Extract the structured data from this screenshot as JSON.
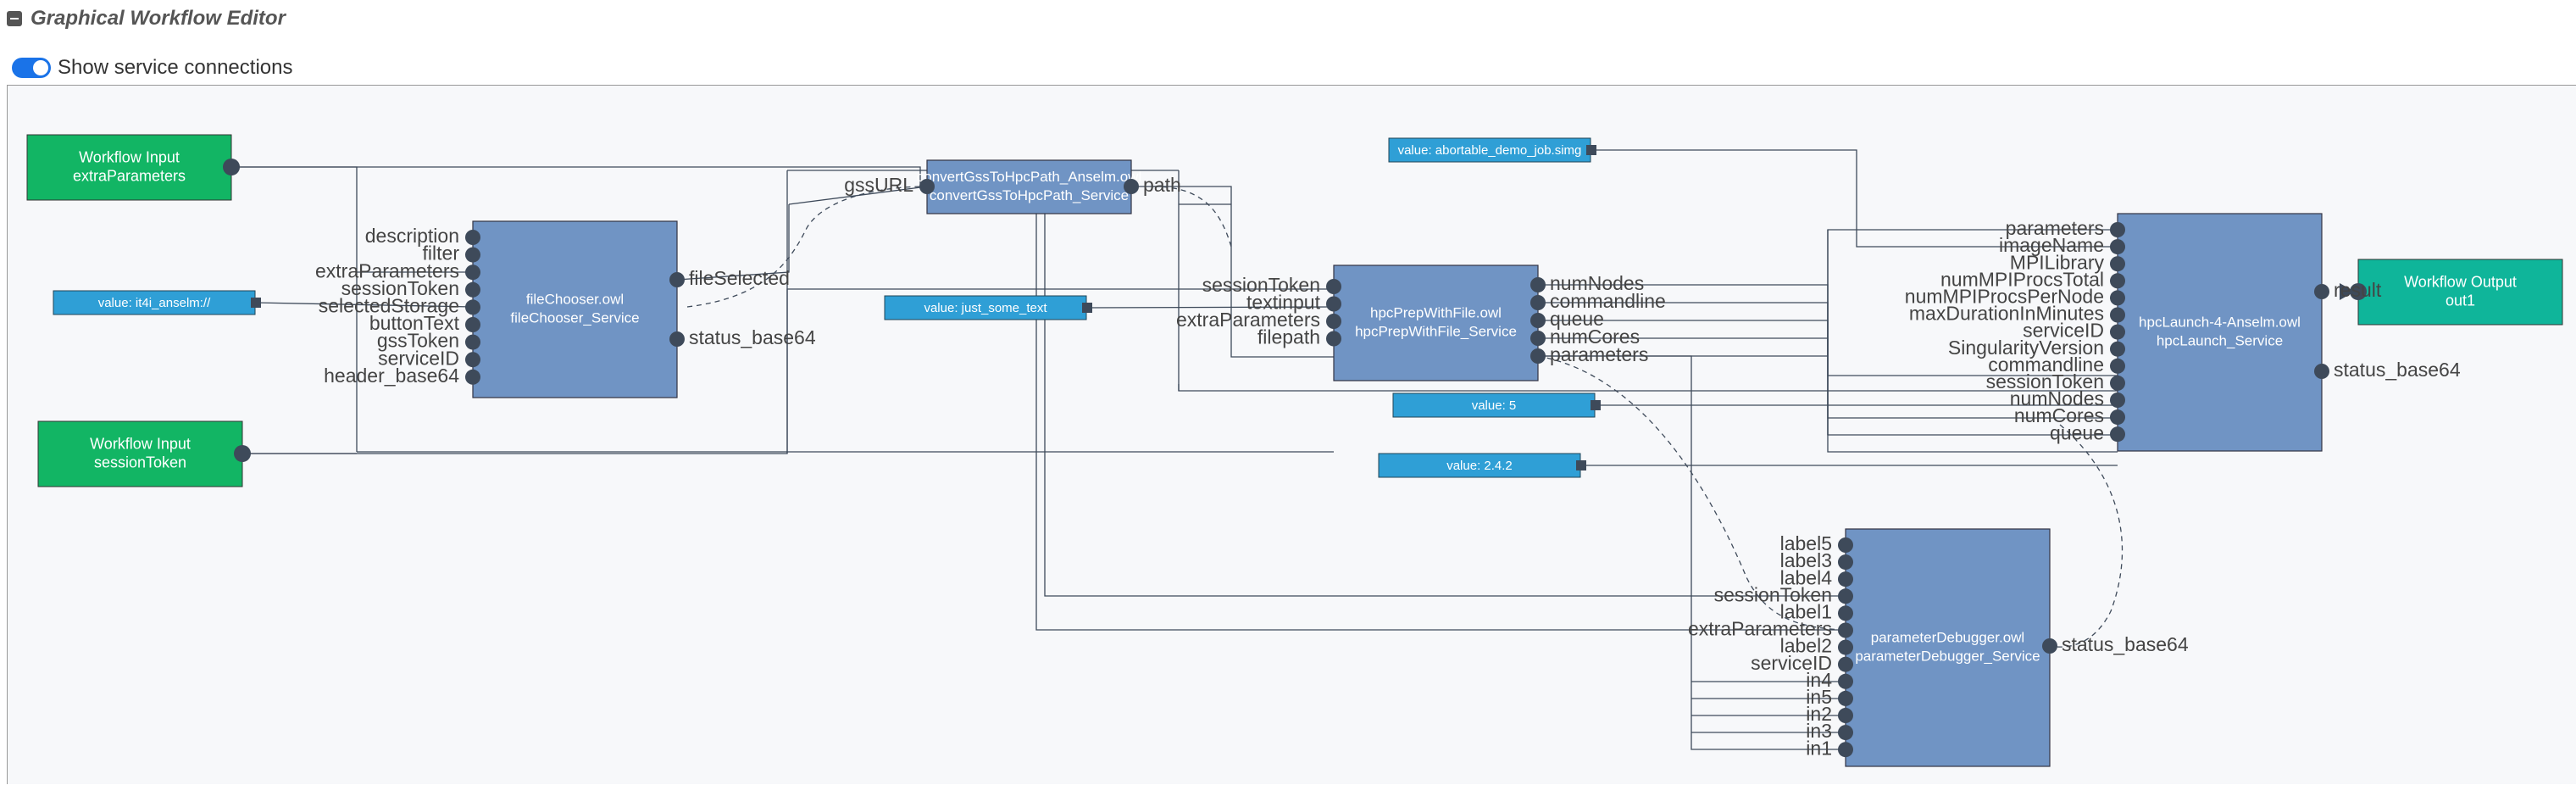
{
  "editor": {
    "title": "Graphical Workflow Editor",
    "show_connections_label": "Show service connections",
    "show_connections_on": true
  },
  "colors": {
    "service": "#7094c4",
    "workflow_io": "#12b564",
    "workflow_out": "#0fb59a",
    "value": "#2f9fd6",
    "port": "#3e4a5a",
    "edge": "#3e4a5a"
  },
  "workflow_inputs": [
    {
      "id": "wfin-extra",
      "line1": "Workflow Input",
      "line2": "extraParameters"
    },
    {
      "id": "wfin-session",
      "line1": "Workflow Input",
      "line2": "sessionToken"
    }
  ],
  "workflow_outputs": [
    {
      "id": "wfout-out1",
      "line1": "Workflow Output",
      "line2": "out1"
    }
  ],
  "values": [
    {
      "id": "val-uri",
      "text": "value: it4i_anselm://"
    },
    {
      "id": "val-text",
      "text": "value: just_some_text"
    },
    {
      "id": "val-simg",
      "text": "value: abortable_demo_job.simg"
    },
    {
      "id": "val-5",
      "text": "value: 5"
    },
    {
      "id": "val-242",
      "text": "value: 2.4.2"
    }
  ],
  "services": [
    {
      "id": "svc-filechooser",
      "line1": "fileChooser.owl",
      "line2": "fileChooser_Service",
      "inputs": [
        "description",
        "filter",
        "extraParameters",
        "sessionToken",
        "selectedStorage",
        "buttonText",
        "gssToken",
        "serviceID",
        "header_base64"
      ],
      "outputs": [
        "fileSelected",
        "status_base64"
      ]
    },
    {
      "id": "svc-convert",
      "line1": "convertGssToHpcPath_Anselm.owl",
      "line2": "convertGssToHpcPath_Service",
      "inputs": [
        "gssURL"
      ],
      "outputs": [
        "path"
      ]
    },
    {
      "id": "svc-prep",
      "line1": "hpcPrepWithFile.owl",
      "line2": "hpcPrepWithFile_Service",
      "inputs": [
        "sessionToken",
        "textinput",
        "extraParameters",
        "filepath"
      ],
      "outputs": [
        "numNodes",
        "commandline",
        "queue",
        "numCores",
        "parameters"
      ]
    },
    {
      "id": "svc-launch",
      "line1": "hpcLaunch-4-Anselm.owl",
      "line2": "hpcLaunch_Service",
      "inputs": [
        "parameters",
        "imageName",
        "MPILibrary",
        "numMPIProcsTotal",
        "numMPIProcsPerNode",
        "maxDurationInMinutes",
        "serviceID",
        "SingularityVersion",
        "commandline",
        "sessionToken",
        "numNodes",
        "numCores",
        "queue"
      ],
      "outputs": [
        "result",
        "status_base64"
      ]
    },
    {
      "id": "svc-debug",
      "line1": "parameterDebugger.owl",
      "line2": "parameterDebugger_Service",
      "inputs": [
        "label5",
        "label3",
        "label4",
        "sessionToken",
        "label1",
        "extraParameters",
        "label2",
        "serviceID",
        "in4",
        "in5",
        "in2",
        "in3",
        "in1"
      ],
      "outputs": [
        "status_base64"
      ]
    }
  ]
}
